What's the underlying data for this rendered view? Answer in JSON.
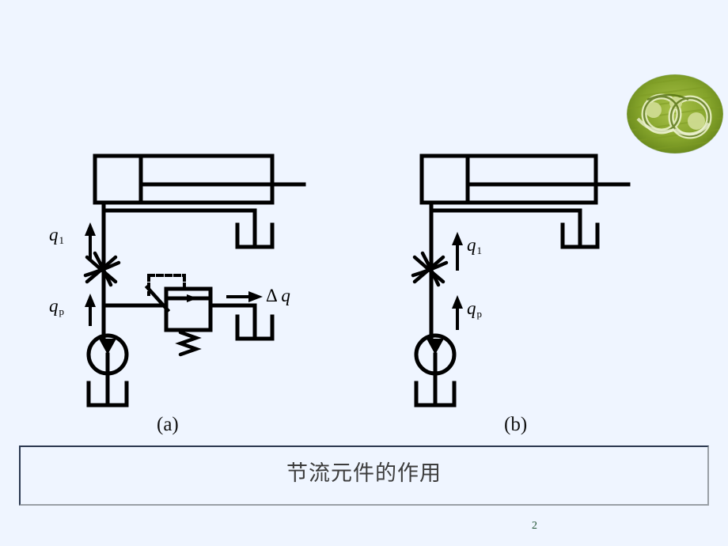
{
  "slide": {
    "background_color": "#eff5ff",
    "page_number": "2",
    "page_number_color": "#1f5232"
  },
  "logo": {
    "name": "decorative-crop-circle-logo",
    "colors": {
      "dark_green": "#6f8f1e",
      "mid_green": "#9ab23c",
      "light_green": "#dfe9b4",
      "pale": "#f0f4d8"
    }
  },
  "caption_box": {
    "text": "节流元件的作用",
    "border_dark": "#2b3850",
    "border_light": "#9aa0a6",
    "text_color": "#3c3c3c"
  },
  "figures": [
    {
      "id": "figure-a",
      "caption": "(a)",
      "description": "throttle valve with relief valve bypass",
      "labels": [
        {
          "name": "flow-q1",
          "symbol": "q",
          "subscript": "1",
          "arrow": "up"
        },
        {
          "name": "flow-qp",
          "symbol": "q",
          "subscript": "p",
          "arrow": "up"
        },
        {
          "name": "flow-delta-q",
          "symbol": "q",
          "prefix": "Δ",
          "subscript": "",
          "arrow": "right"
        }
      ],
      "components": [
        "hydraulic-cylinder",
        "throttle-valve",
        "relief-valve",
        "hydraulic-pump",
        "reservoir-tank-pump",
        "reservoir-tank-cylinder",
        "reservoir-tank-relief"
      ]
    },
    {
      "id": "figure-b",
      "caption": "(b)",
      "description": "throttle valve only, no relief valve",
      "labels": [
        {
          "name": "flow-q1",
          "symbol": "q",
          "subscript": "1",
          "arrow": "up"
        },
        {
          "name": "flow-qp",
          "symbol": "q",
          "subscript": "p",
          "arrow": "up"
        }
      ],
      "components": [
        "hydraulic-cylinder",
        "throttle-valve",
        "hydraulic-pump",
        "reservoir-tank-pump",
        "reservoir-tank-cylinder"
      ]
    }
  ]
}
